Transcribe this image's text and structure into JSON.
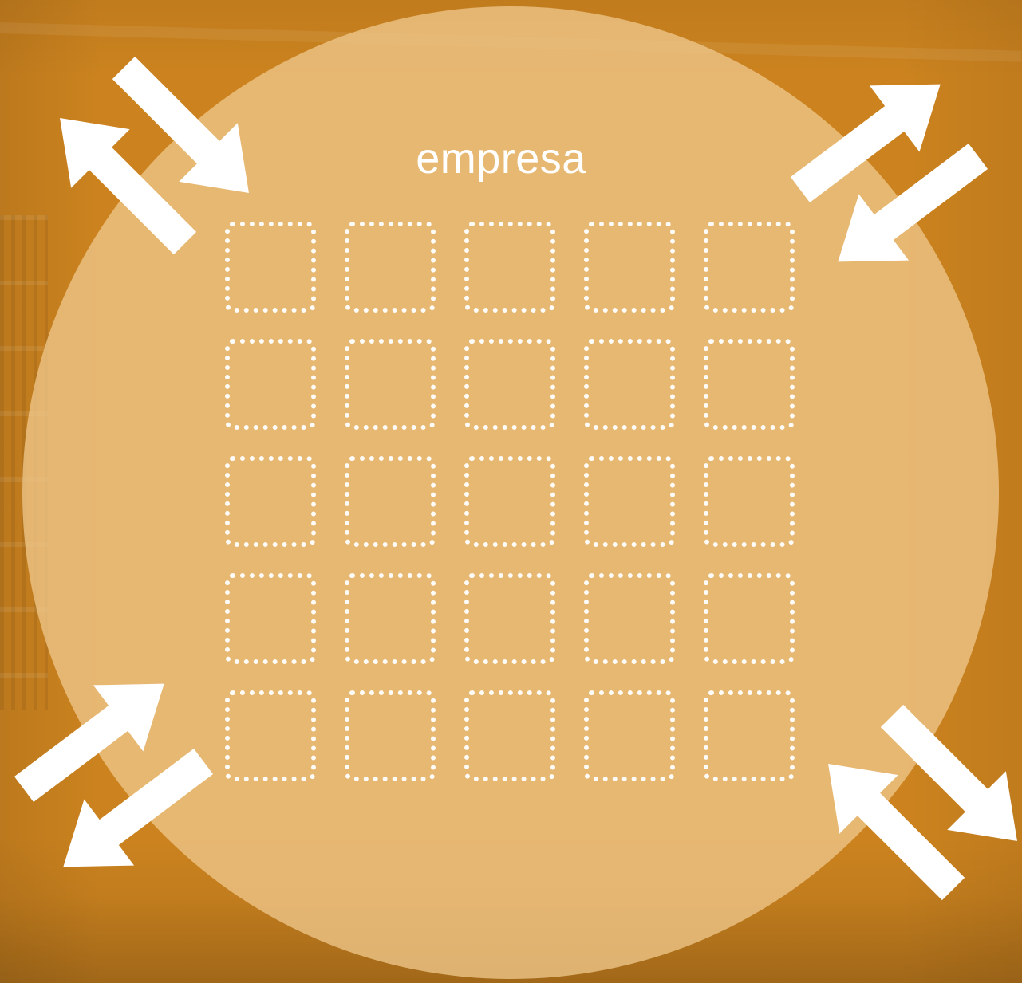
{
  "diagram": {
    "title": "empresa",
    "grid": {
      "rows": 5,
      "columns": 5,
      "slot_style": "dotted-white-rounded-square"
    },
    "arrow_pairs": [
      {
        "corner": "top-left",
        "directions": [
          "inward",
          "outward"
        ]
      },
      {
        "corner": "top-right",
        "directions": [
          "outward",
          "inward"
        ]
      },
      {
        "corner": "bottom-left",
        "directions": [
          "outward",
          "inward"
        ]
      },
      {
        "corner": "bottom-right",
        "directions": [
          "outward",
          "inward"
        ]
      }
    ],
    "colors": {
      "background": "#c9801f",
      "circle": "#eec68a",
      "foreground": "#ffffff"
    }
  }
}
